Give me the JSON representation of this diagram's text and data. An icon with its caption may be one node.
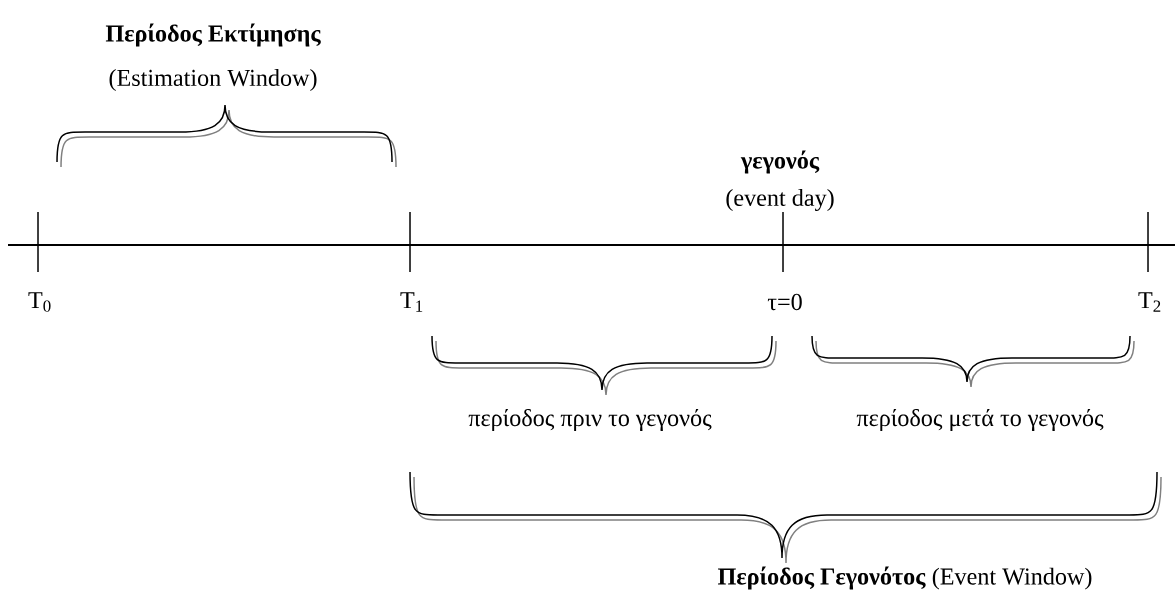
{
  "diagram": {
    "labels": [
      "Περίοδος Εκτίμησης",
      "(Estimation Window)",
      "γεγονός",
      "(event day)",
      "T$_{0}$",
      "T$_{1}$",
      "τ=0",
      "T$_{2}$",
      "περίοδος πριν το γεγονός",
      "περίοδος μετά το γεγονός",
      "**Περίοδος Γεγονότος** (Event Window)"
    ]
  }
}
